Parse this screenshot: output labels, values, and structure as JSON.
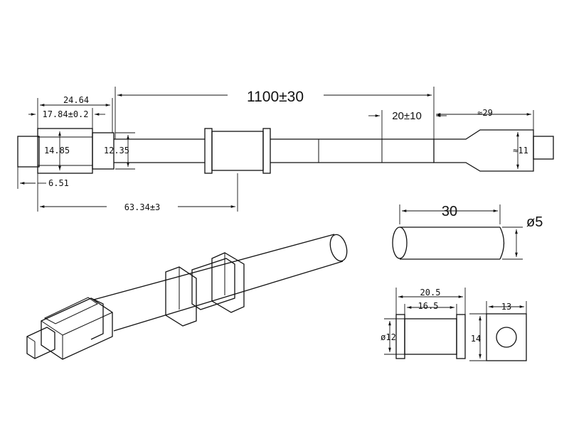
{
  "dimensions": {
    "overall_length": "1100±30",
    "plug_width": "24.64",
    "plug_inner_width": "17.84±0.2",
    "plug_height": "14.85",
    "cable_height": "12.35",
    "tip_length": "6.51",
    "ferrite_position": "63.34±3",
    "right_section": "20±10",
    "right_plug_length": "≈29",
    "right_plug_height": "≈11",
    "core_length": "30",
    "core_diameter": "ø5",
    "bobbin_outer_length": "20.5",
    "bobbin_inner_length": "16.5",
    "bobbin_diameter": "ø12",
    "flange_width": "13",
    "flange_height": "14"
  }
}
